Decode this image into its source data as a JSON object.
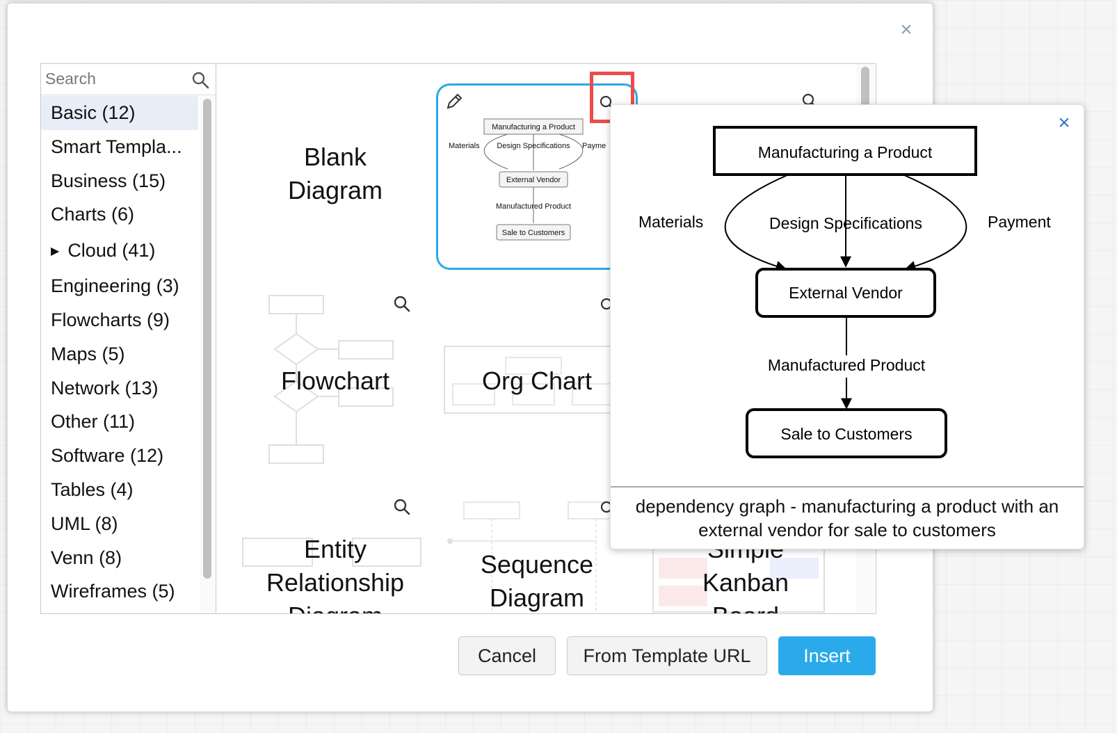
{
  "dialog": {
    "close_glyph": "×"
  },
  "sidebar": {
    "search_placeholder": "Search",
    "categories": [
      {
        "label": "Basic (12)"
      },
      {
        "label": "Smart Templa..."
      },
      {
        "label": "Business (15)"
      },
      {
        "label": "Charts (6)"
      },
      {
        "label": "Cloud (41)"
      },
      {
        "label": "Engineering (3)"
      },
      {
        "label": "Flowcharts (9)"
      },
      {
        "label": "Maps (5)"
      },
      {
        "label": "Network (13)"
      },
      {
        "label": "Other (11)"
      },
      {
        "label": "Software (12)"
      },
      {
        "label": "Tables (4)"
      },
      {
        "label": "UML (8)"
      },
      {
        "label": "Venn (8)"
      },
      {
        "label": "Wireframes (5)"
      }
    ],
    "cloud_arrow": "▶"
  },
  "templates": {
    "blank": {
      "line1": "Blank",
      "line2": "Diagram"
    },
    "dependency_thumb": {
      "box_top": "Manufacturing a Product",
      "left": "Materials",
      "mid": "Design Specifications",
      "right": "Payme",
      "vendor": "External Vendor",
      "product": "Manufactured Product",
      "sale": "Sale to Customers"
    },
    "flowchart": {
      "label": "Flowchart"
    },
    "orgchart": {
      "label": "Org Chart"
    },
    "er": {
      "line1": "Entity",
      "line2": "Relationship",
      "line3": "Diagram"
    },
    "sequence": {
      "line1": "Sequence",
      "line2": "Diagram"
    },
    "kanban": {
      "line1": "Simple",
      "line2": "Kanban",
      "line3": "Board"
    }
  },
  "preview": {
    "close_glyph": "×",
    "box_top": "Manufacturing a Product",
    "materials": "Materials",
    "design": "Design Specifications",
    "payment": "Payment",
    "vendor": "External Vendor",
    "product": "Manufactured Product",
    "sale": "Sale to Customers",
    "description": "dependency graph - manufacturing a product with an external vendor for sale to customers"
  },
  "buttons": {
    "cancel": "Cancel",
    "template_url": "From Template URL",
    "insert": "Insert"
  },
  "colors": {
    "accent": "#2aaaea",
    "selection": "#29a9e6",
    "highlight": "#ee4b4b"
  }
}
